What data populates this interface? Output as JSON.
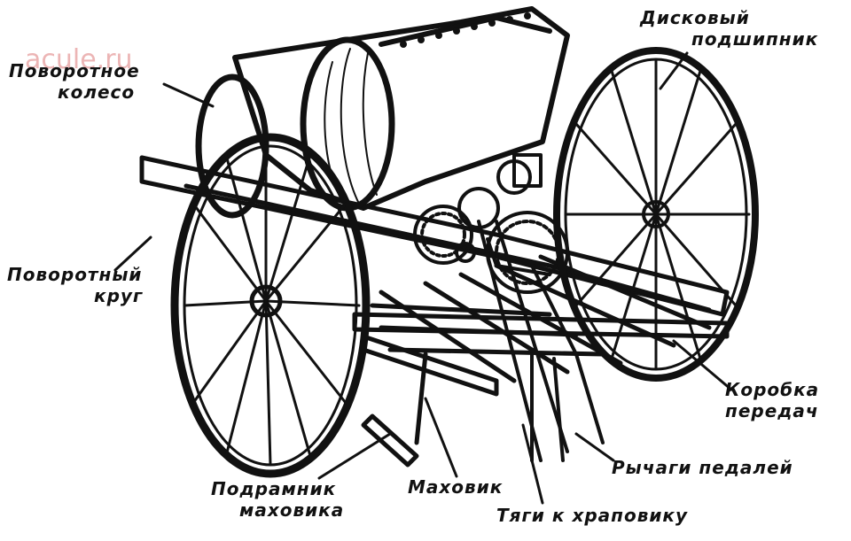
{
  "watermark": "acule.ru",
  "labels": {
    "swivel_wheel": [
      "Поворотное",
      "колесо"
    ],
    "disc_bearing": [
      "Дисковый",
      "подшипник"
    ],
    "turntable": [
      "Поворотный",
      "круг"
    ],
    "gearbox": [
      "Коробка",
      "передач"
    ],
    "pedal_levers": "Рычаги педалей",
    "flywheel_subframe": [
      "Подрамник",
      "маховика"
    ],
    "flywheel": "Маховик",
    "ratchet_rods": "Тяги к храповику"
  }
}
